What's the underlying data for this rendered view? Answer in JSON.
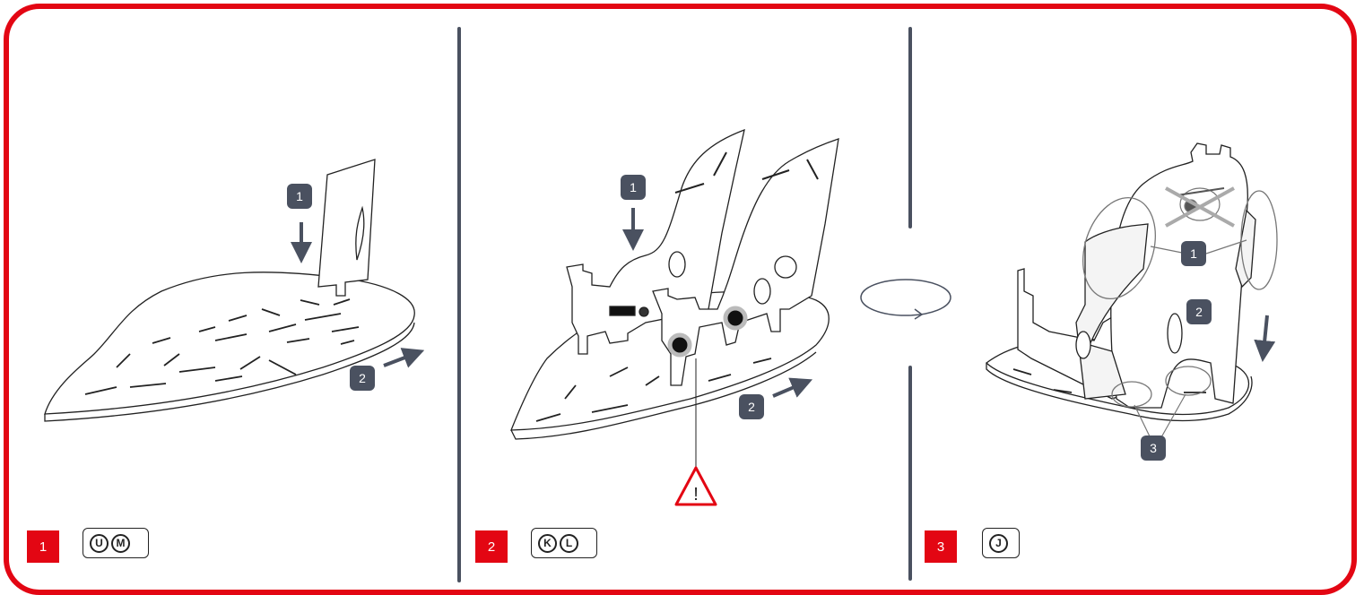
{
  "colors": {
    "accent": "#e30613",
    "badge": "#4a5160"
  },
  "steps": [
    {
      "number": "1",
      "parts": [
        "U",
        "M"
      ],
      "callouts": [
        "1",
        "2"
      ]
    },
    {
      "number": "2",
      "parts": [
        "K",
        "L"
      ],
      "callouts": [
        "1",
        "2"
      ],
      "warning": "!"
    },
    {
      "number": "3",
      "parts": [
        "J"
      ],
      "callouts": [
        "1",
        "2",
        "3"
      ]
    }
  ]
}
